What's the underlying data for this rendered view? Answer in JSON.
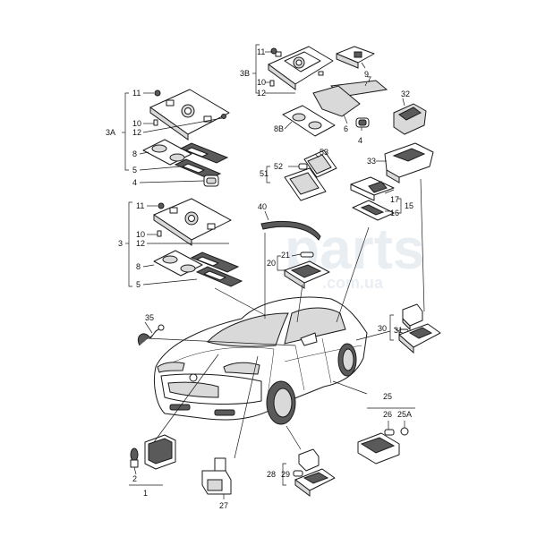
{
  "watermark": {
    "main": "parts",
    "sub": ".com.ua"
  },
  "callouts": [
    {
      "id": "c11-top",
      "text": "11"
    },
    {
      "id": "c3B",
      "text": "3B"
    },
    {
      "id": "c10-top",
      "text": "10"
    },
    {
      "id": "c12-top",
      "text": "12"
    },
    {
      "id": "c9",
      "text": "9"
    },
    {
      "id": "c7",
      "text": "7"
    },
    {
      "id": "c32",
      "text": "32"
    },
    {
      "id": "c6",
      "text": "6"
    },
    {
      "id": "c4-top",
      "text": "4"
    },
    {
      "id": "c8B",
      "text": "8B"
    },
    {
      "id": "c11-mid",
      "text": "11"
    },
    {
      "id": "c10-mid",
      "text": "10"
    },
    {
      "id": "c12-mid",
      "text": "12"
    },
    {
      "id": "c3A",
      "text": "3A"
    },
    {
      "id": "c8-mid",
      "text": "8"
    },
    {
      "id": "c5-mid",
      "text": "5"
    },
    {
      "id": "c4-mid",
      "text": "4"
    },
    {
      "id": "c53",
      "text": "53"
    },
    {
      "id": "c52",
      "text": "52"
    },
    {
      "id": "c51",
      "text": "51"
    },
    {
      "id": "c33",
      "text": "33"
    },
    {
      "id": "c17",
      "text": "17"
    },
    {
      "id": "c15",
      "text": "15"
    },
    {
      "id": "c16",
      "text": "16"
    },
    {
      "id": "c11-low",
      "text": "11"
    },
    {
      "id": "c10-low",
      "text": "10"
    },
    {
      "id": "c3",
      "text": "3"
    },
    {
      "id": "c12-low",
      "text": "12"
    },
    {
      "id": "c8-low",
      "text": "8"
    },
    {
      "id": "c5-low",
      "text": "5"
    },
    {
      "id": "c40",
      "text": "40"
    },
    {
      "id": "c21",
      "text": "21"
    },
    {
      "id": "c20",
      "text": "20"
    },
    {
      "id": "c35",
      "text": "35"
    },
    {
      "id": "c30",
      "text": "30"
    },
    {
      "id": "c31",
      "text": "31"
    },
    {
      "id": "c25",
      "text": "25"
    },
    {
      "id": "c26",
      "text": "26"
    },
    {
      "id": "c25A",
      "text": "25A"
    },
    {
      "id": "c2",
      "text": "2"
    },
    {
      "id": "c1",
      "text": "1"
    },
    {
      "id": "c28",
      "text": "28"
    },
    {
      "id": "c29",
      "text": "29"
    },
    {
      "id": "c27",
      "text": "27"
    }
  ]
}
